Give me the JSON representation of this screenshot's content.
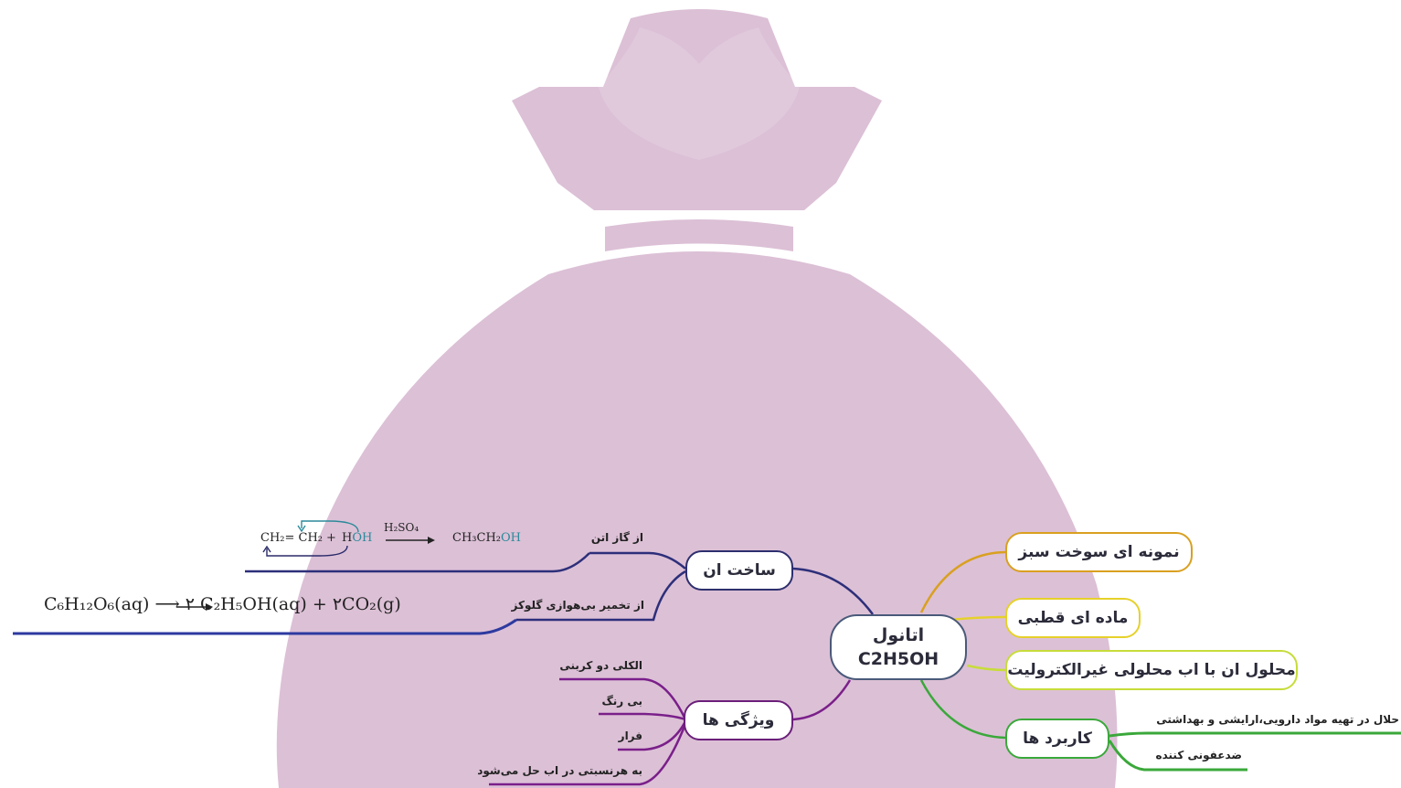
{
  "center": {
    "title": "اتانول",
    "formula": "C2H5OH"
  },
  "branches": {
    "making": {
      "label": "ساخت ان",
      "leaves": [
        "از گاز اتن",
        "از تخمیر بی‌هوازی گلوکز"
      ]
    },
    "properties": {
      "label": "ویژگی ها",
      "leaves": [
        "الکلی دو کربنی",
        "بی رنگ",
        "فرار",
        "به هرنسبتی در اب حل می‌شود"
      ]
    },
    "green_fuel": {
      "label": "نمونه ای سوخت سبز"
    },
    "polar": {
      "label": "ماده ای قطبی"
    },
    "solution": {
      "label": "محلول ان با اب محلولی غیرالکترولیت"
    },
    "uses": {
      "label": "کاربرد ها",
      "leaves": [
        "حلال در تهیه مواد دارویی،ارایشی و بهداشتی",
        "ضدعفونی کننده"
      ]
    }
  },
  "equations": {
    "ethene": {
      "reactant1": "CH₂= CH₂",
      "plus": "+",
      "water_h": "H",
      "water_oh": "OH",
      "catalyst": "H₂SO₄",
      "product_a": "CH₃CH₂",
      "product_b": "OH"
    },
    "fermentation": {
      "text": "C₆H₁₂O₆(aq)  ⟶ ۲ C₂H₅OH(aq) + ۲CO₂(g)"
    }
  },
  "colors": {
    "watermark": "#dcc0d6",
    "center_border": "#4a5a7a",
    "making_line": "#2d2f7a",
    "properties_line": "#7a1f8a",
    "green_fuel_line": "#d9a020",
    "polar_line": "#e6d12a",
    "solution_line": "#c7dc3a",
    "uses_line": "#3aa83a"
  }
}
